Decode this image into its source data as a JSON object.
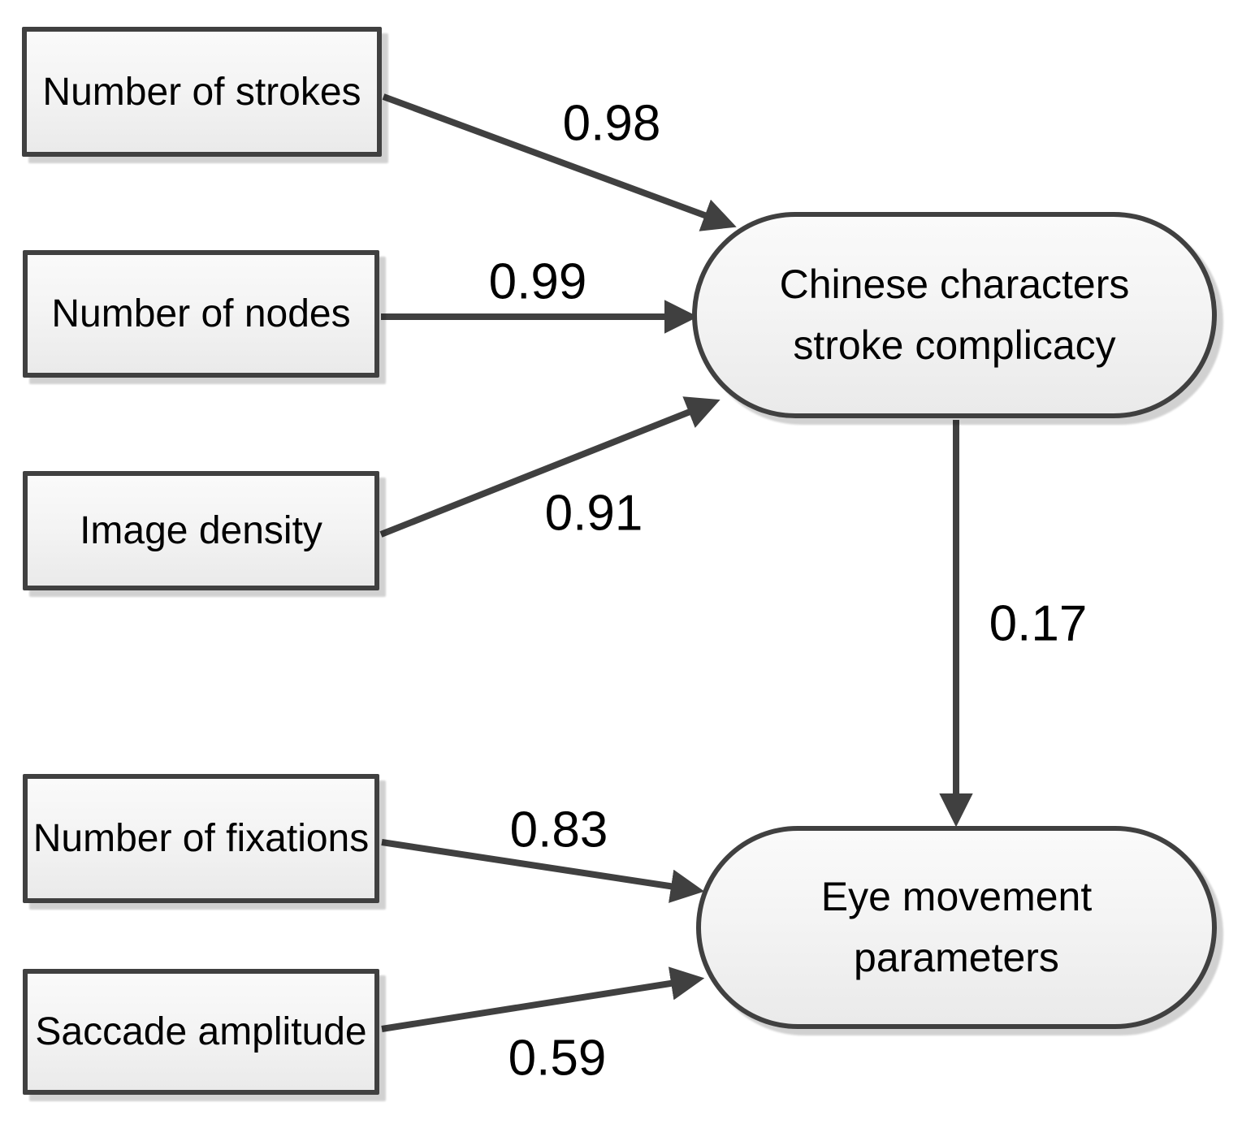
{
  "diagram": {
    "kind": "path-model",
    "background_color": "#ffffff",
    "line_color": "#404040",
    "text_color": "#000000"
  },
  "nodes": {
    "number_of_strokes": {
      "label": "Number of strokes",
      "shape": "rectangle"
    },
    "number_of_nodes": {
      "label": "Number of nodes",
      "shape": "rectangle"
    },
    "image_density": {
      "label": "Image density",
      "shape": "rectangle"
    },
    "number_of_fixations": {
      "label": "Number of fixations",
      "shape": "rectangle"
    },
    "saccade_amplitude": {
      "label": "Saccade amplitude",
      "shape": "rectangle"
    },
    "stroke_complicacy": {
      "label": "Chinese characters stroke complicacy",
      "shape": "rounded"
    },
    "eye_movement": {
      "label": "Eye movement parameters",
      "shape": "rounded"
    }
  },
  "edges": {
    "strokes_to_complicacy": {
      "from": "number_of_strokes",
      "to": "stroke_complicacy",
      "weight": "0.98"
    },
    "nodes_to_complicacy": {
      "from": "number_of_nodes",
      "to": "stroke_complicacy",
      "weight": "0.99"
    },
    "density_to_complicacy": {
      "from": "image_density",
      "to": "stroke_complicacy",
      "weight": "0.91"
    },
    "complicacy_to_eye": {
      "from": "stroke_complicacy",
      "to": "eye_movement",
      "weight": "0.17"
    },
    "fixations_to_eye": {
      "from": "number_of_fixations",
      "to": "eye_movement",
      "weight": "0.83"
    },
    "saccade_to_eye": {
      "from": "saccade_amplitude",
      "to": "eye_movement",
      "weight": "0.59"
    }
  }
}
